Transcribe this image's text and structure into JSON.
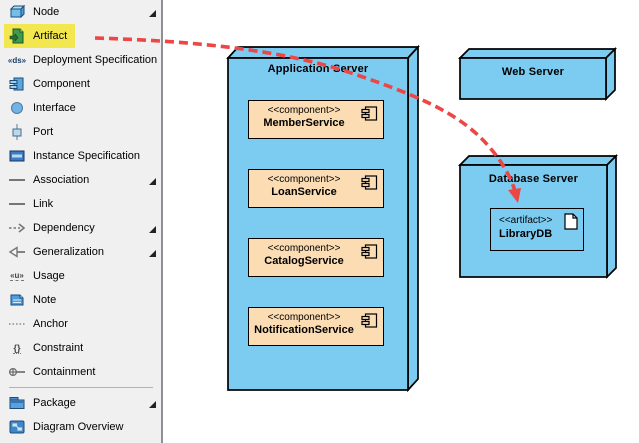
{
  "palette": {
    "items": [
      {
        "label": "Node",
        "submenu": true,
        "highlighted": false
      },
      {
        "label": "Artifact",
        "submenu": false,
        "highlighted": true
      },
      {
        "label": "Deployment Specification",
        "submenu": false,
        "highlighted": false
      },
      {
        "label": "Component",
        "submenu": false,
        "highlighted": false
      },
      {
        "label": "Interface",
        "submenu": false,
        "highlighted": false
      },
      {
        "label": "Port",
        "submenu": false,
        "highlighted": false
      },
      {
        "label": "Instance Specification",
        "submenu": false,
        "highlighted": false
      },
      {
        "label": "Association",
        "submenu": true,
        "highlighted": false
      },
      {
        "label": "Link",
        "submenu": false,
        "highlighted": false
      },
      {
        "label": "Dependency",
        "submenu": true,
        "highlighted": false
      },
      {
        "label": "Generalization",
        "submenu": true,
        "highlighted": false
      },
      {
        "label": "Usage",
        "submenu": false,
        "highlighted": false
      },
      {
        "label": "Note",
        "submenu": false,
        "highlighted": false
      },
      {
        "label": "Anchor",
        "submenu": false,
        "highlighted": false
      },
      {
        "label": "Constraint",
        "submenu": false,
        "highlighted": false
      },
      {
        "label": "Containment",
        "submenu": false,
        "highlighted": false
      },
      {
        "label": "Package",
        "submenu": true,
        "highlighted": false
      },
      {
        "label": "Diagram Overview",
        "submenu": false,
        "highlighted": false
      }
    ],
    "icon_glyphs": {
      "ds": "«ds»",
      "usage": "«u»",
      "constraint": "{}"
    }
  },
  "diagram": {
    "app_server": {
      "title": "Application Server",
      "components": [
        {
          "stereotype": "<<component>>",
          "name": "MemberService"
        },
        {
          "stereotype": "<<component>>",
          "name": "LoanService"
        },
        {
          "stereotype": "<<component>>",
          "name": "CatalogService"
        },
        {
          "stereotype": "<<component>>",
          "name": "NotificationService"
        }
      ]
    },
    "web_server": {
      "title": "Web Server"
    },
    "db_server": {
      "title": "Database Server",
      "artifact": {
        "stereotype": "<<artifact>>",
        "name": "LibraryDB"
      }
    },
    "colors": {
      "node_fill": "#7CCBF1",
      "component_fill": "#FBDCB3",
      "selection_highlight": "#F2E74F",
      "drag_arrow": "#EE4545",
      "palette_bg": "#F0F0F0"
    }
  }
}
